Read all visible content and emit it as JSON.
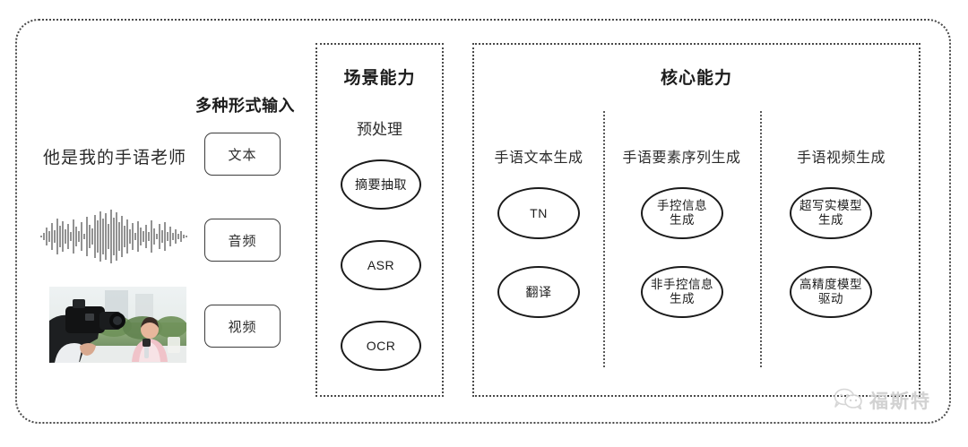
{
  "figure": {
    "frame_style": "dotted-rounded",
    "accent_color": "#1a1a1a",
    "watermark_color": "#d0d0d0"
  },
  "input_section": {
    "heading": "多种形式输入",
    "text_sample": "他是我的手语老师",
    "modalities": [
      {
        "label": "文本",
        "icon": "text-icon"
      },
      {
        "label": "音频",
        "icon": "waveform-icon"
      },
      {
        "label": "视频",
        "icon": "video-thumbnail-icon"
      }
    ]
  },
  "scene_panel": {
    "title": "场景能力",
    "subtitle": "预处理",
    "nodes": [
      "摘要抽取",
      "ASR",
      "OCR"
    ]
  },
  "core_panel": {
    "title": "核心能力",
    "columns": [
      {
        "label": "手语文本生成",
        "nodes": [
          "TN",
          "翻译"
        ]
      },
      {
        "label": "手语要素序列生成",
        "nodes": [
          "手控信息\n生成",
          "非手控信息\n生成"
        ]
      },
      {
        "label": "手语视频生成",
        "nodes": [
          "超写实模型\n生成",
          "高精度模型\n驱动"
        ]
      }
    ]
  },
  "watermark": {
    "icon": "wechat-icon",
    "text": "福斯特"
  }
}
